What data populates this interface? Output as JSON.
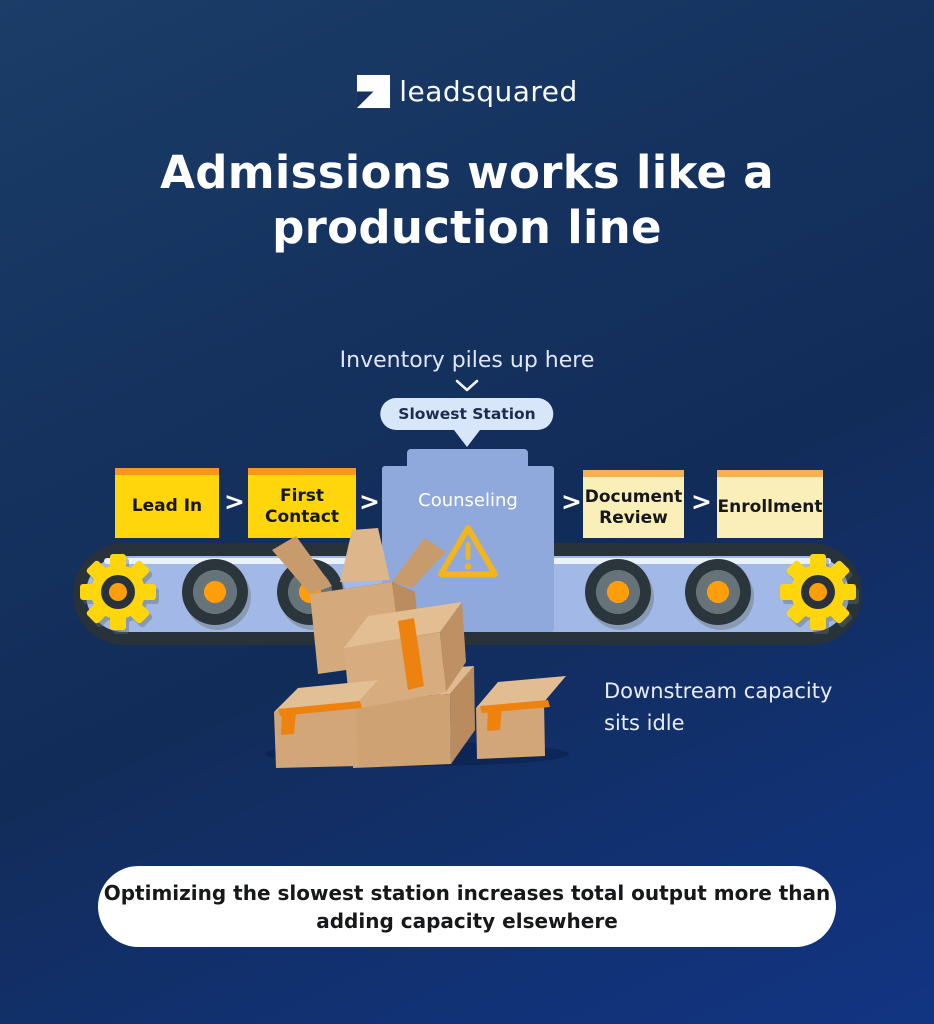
{
  "brand": {
    "name": "leadsquared"
  },
  "title": {
    "line1": "Admissions works like a",
    "line2": "production line"
  },
  "callout": {
    "top_label": "Inventory piles up here",
    "bubble_label": "Slowest Station"
  },
  "pipeline": {
    "separator": ">",
    "stations": [
      {
        "label": "Lead In",
        "state": "active"
      },
      {
        "label": "First Contact",
        "state": "active"
      },
      {
        "label": "Counseling",
        "state": "bottleneck"
      },
      {
        "label": "Document Review",
        "state": "idle"
      },
      {
        "label": "Enrollment",
        "state": "idle"
      }
    ]
  },
  "notes": {
    "downstream_line1": "Downstream capacity",
    "downstream_line2": "sits idle"
  },
  "footer": {
    "line1": "Optimizing the slowest station increases total output more than",
    "line2": "adding capacity elsewhere"
  },
  "icons": {
    "logo_mark": "leadsquared-square",
    "chevron_down": "chevron-down",
    "chevron_right": "chevron-right",
    "warning": "warning-triangle",
    "gear": "gear",
    "roller": "conveyor-roller",
    "boxes": "cardboard-box-pile"
  },
  "colors": {
    "background_top": "#1B3D68",
    "background_bottom": "#123583",
    "station_active": "#FFD60B",
    "station_active_strip": "#F8971D",
    "station_idle": "#FBEFB9",
    "station_idle_strip": "#F9B053",
    "bottleneck_blue": "#8FA9DD",
    "belt_fill": "#A2B8E6",
    "belt_border": "#27323A",
    "bubble_bg": "#D8E6FA",
    "warning_yellow": "#F2B51D",
    "roller_hub_orange": "#FF9D0A",
    "gear_yellow": "#FFD60B",
    "box_tan": "#D2A678",
    "tape_orange": "#ED820E",
    "footer_bg": "#FFFFFF",
    "text_light": "#E7ECF6",
    "text_dark": "#17181A"
  }
}
